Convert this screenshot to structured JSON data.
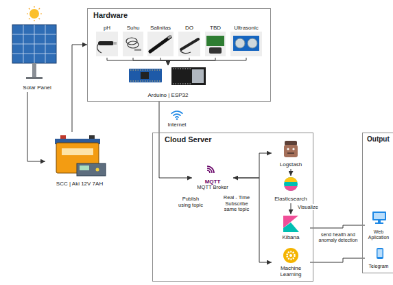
{
  "diagram": {
    "nodes": [
      {
        "text": [
          "Solar Panel"
        ]
      },
      {
        "text": [
          "Hardware"
        ]
      },
      {
        "text": [
          "pH"
        ],
        "in": 1
      },
      {
        "text": [
          "Suhu"
        ],
        "in": 1
      },
      {
        "text": [
          "Salinitas"
        ],
        "in": 1
      },
      {
        "text": [
          "DO"
        ],
        "in": 1
      },
      {
        "text": [
          "TBD"
        ],
        "in": 1
      },
      {
        "text": [
          "Ultrasonic"
        ],
        "in": 1
      },
      {
        "text": [
          "Arduino | ESP32"
        ],
        "in": 1
      },
      {
        "text": [
          "SCC | Aki 12V 7AH"
        ]
      },
      {
        "text": [
          "Cloud Server"
        ]
      },
      {
        "text": [
          "MQTT",
          "MQTT Broker"
        ],
        "in": 10
      },
      {
        "text": [
          "Logstash"
        ],
        "in": 10
      },
      {
        "text": [
          "Elasticsearch"
        ],
        "in": 10
      },
      {
        "text": [
          "Kibana"
        ],
        "in": 10
      },
      {
        "text": [
          "Machine Learning"
        ],
        "in": 10
      },
      {
        "text": [
          "Output"
        ]
      },
      {
        "text": [
          "Web Aplication"
        ],
        "in": 16
      },
      {
        "text": [
          "Telegram"
        ],
        "in": 16
      }
    ],
    "edges": [
      {
        "from": 0,
        "to": 9,
        "arrow": "to"
      },
      {
        "from": 9,
        "to": 1,
        "arrow": "to"
      },
      {
        "from": 2,
        "to": 8,
        "arrow": "to"
      },
      {
        "from": 3,
        "to": 8,
        "arrow": "to"
      },
      {
        "from": 4,
        "to": 8,
        "arrow": "to"
      },
      {
        "from": 5,
        "to": 8,
        "arrow": "to"
      },
      {
        "from": 6,
        "to": 8,
        "arrow": "to"
      },
      {
        "from": 7,
        "to": 8,
        "arrow": "to"
      },
      {
        "from": 1,
        "to": 11,
        "label": "Internet",
        "arrow": "to"
      },
      {
        "from": 11,
        "to": 12,
        "arrow": "to"
      },
      {
        "from": 12,
        "to": 13,
        "arrow": "to"
      },
      {
        "from": 13,
        "to": 14,
        "label": "Visualize",
        "arrow": "to"
      },
      {
        "from": 11,
        "to": 15,
        "arrow": "both"
      },
      {
        "from": 14,
        "to": 17,
        "arrow": "none"
      },
      {
        "from": 15,
        "to": 18,
        "arrow": "none"
      }
    ],
    "labels": [
      "Publish using topic",
      "Real - Time Subscribe same topic",
      "send health and anomaly detection"
    ]
  }
}
